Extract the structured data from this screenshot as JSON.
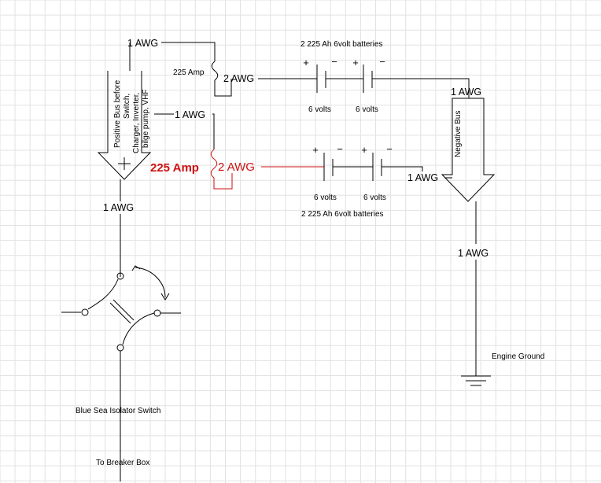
{
  "colors": {
    "background": "#ffffff",
    "grid": "#e2e2e2",
    "wire": "#000000",
    "highlight": "#cc1111"
  },
  "labels": {
    "awg1_top": "1 AWG",
    "fuse_top_rating": "225 Amp",
    "awg2_top": "2 AWG",
    "batteries_top_title": "2 225 Ah 6volt batteries",
    "volts_top_1": "6 volts",
    "volts_top_2": "6 volts",
    "awg1_neg_top": "1 AWG",
    "positive_bus_line1": "Positive Bus before",
    "positive_bus_line2": "Switch,",
    "positive_bus_line3": "Charger, Inverter,",
    "positive_bus_line4": "bilge pump, VHF",
    "awg1_mid": "1 AWG",
    "fuse_bottom_rating": "225 Amp",
    "awg2_bottom": "2 AWG",
    "volts_bottom_1": "6 volts",
    "volts_bottom_2": "6 volts",
    "batteries_bottom_title": "2 225 Ah 6volt batteries",
    "negative_bus": "Negative Bus",
    "awg1_neg_bottom": "1 AWG",
    "awg1_pos_bus": "1 AWG",
    "awg1_ground": "1 AWG",
    "engine_ground": "Engine Ground",
    "isolator_switch": "Blue Sea Isolator Switch",
    "breaker_box": "To Breaker Box",
    "plus_sign": "+",
    "minus_sign": "−"
  }
}
